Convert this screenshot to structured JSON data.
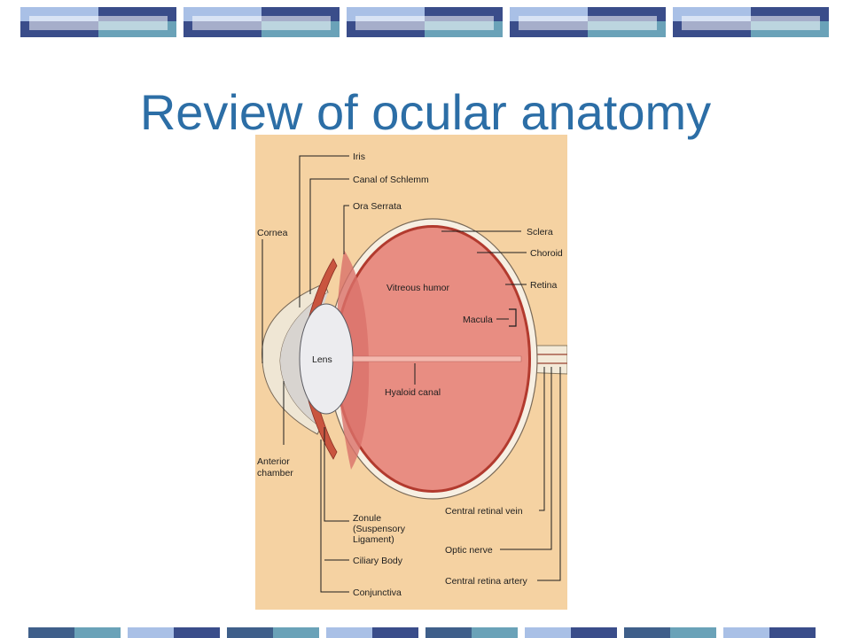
{
  "slide": {
    "title": "Review of ocular anatomy",
    "colors": {
      "title": "#2c6ea6",
      "band_dark": "#3a4d8a",
      "band_light": "#a9c0e6",
      "band_teal": "#6aa2b8"
    }
  },
  "diagram": {
    "labels": {
      "iris": "Iris",
      "canal_of_schlemm": "Canal of Schlemm",
      "ora_serrata": "Ora Serrata",
      "cornea": "Cornea",
      "sclera": "Sclera",
      "choroid": "Choroid",
      "retina": "Retina",
      "vitreous_humor": "Vitreous humor",
      "macula": "Macula",
      "lens": "Lens",
      "hyaloid_canal": "Hyaloid canal",
      "anterior_chamber_1": "Anterior",
      "anterior_chamber_2": "chamber",
      "central_retinal_vein": "Central retinal vein",
      "zonule_1": "Zonule",
      "zonule_2": "(Suspensory",
      "zonule_3": "Ligament)",
      "optic_nerve": "Optic nerve",
      "ciliary_body": "Ciliary Body",
      "central_retina_artery": "Central retina artery",
      "conjunctiva": "Conjunctiva"
    }
  }
}
